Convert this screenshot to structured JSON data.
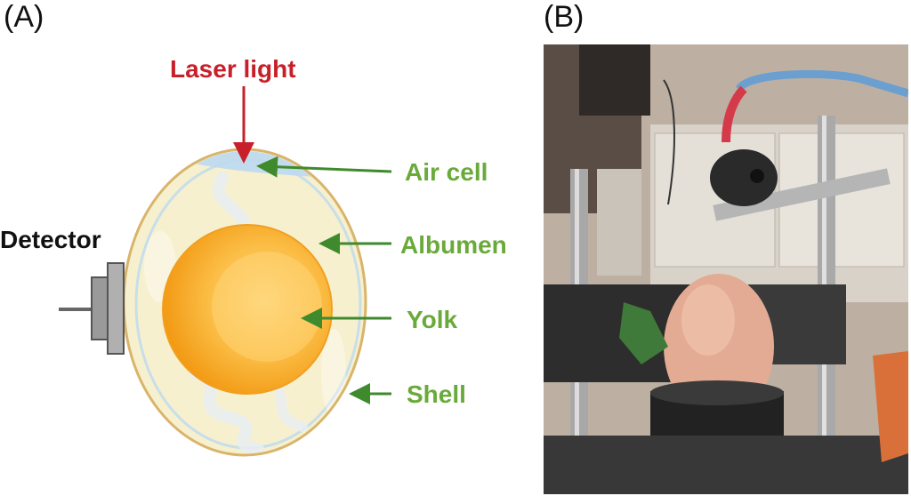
{
  "panel_a": {
    "label": "(A)",
    "laser_label": "Laser light",
    "detector_label": "Detector",
    "parts": [
      {
        "id": "air-cell",
        "label": "Air cell"
      },
      {
        "id": "albumen",
        "label": "Albumen"
      },
      {
        "id": "yolk",
        "label": "Yolk"
      },
      {
        "id": "shell",
        "label": "Shell"
      }
    ],
    "colors": {
      "laser_arrow": "#c8202a",
      "pointer_arrows": "#3f8a2c",
      "label_green": "#6aaa3a",
      "shell": "#d9b46a",
      "albumen": "#f7f0cf",
      "air_cell": "#bcd9ef",
      "yolk": "#f6a21c",
      "detector": "#8f8f8f"
    }
  },
  "panel_b": {
    "label": "(B)"
  }
}
